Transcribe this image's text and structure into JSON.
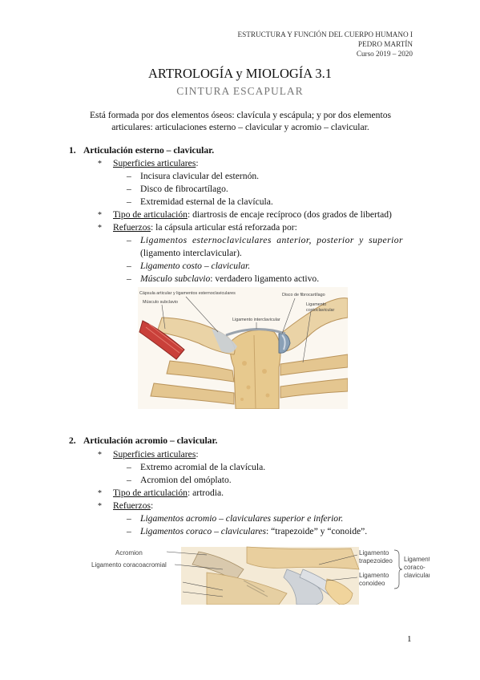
{
  "header": {
    "line1": "ESTRUCTURA Y FUNCIÓN DEL CUERPO HUMANO I",
    "line2": "PEDRO MARTÍN",
    "line3": "Curso 2019 – 2020"
  },
  "title": "ARTROLOGÍA y MIOLOGÍA 3.1",
  "subtitle": "CINTURA ESCAPULAR",
  "intro": "Está formada por dos elementos óseos: clavícula y escápula; y por dos elementos articulares: articulaciones esterno – clavicular y acromio – clavicular.",
  "s1": {
    "num": "1.",
    "title": "Articulación esterno – clavicular.",
    "bullet": "*",
    "dash": "–",
    "sup_label": "Superficies articulares",
    "colon": ":",
    "sup_items": [
      "Incisura clavicular del esternón.",
      "Disco de fibrocartílago.",
      "Extremidad esternal de la clavícula."
    ],
    "tipo_label": "Tipo de articulación",
    "tipo_text": ": diartrosis de encaje recíproco (dos grados de libertad)",
    "ref_label": "Refuerzos",
    "ref_text": ": la cápsula articular está reforzada por:",
    "lig1": "Ligamentos esternoclaviculares anterior, posterior y superior",
    "lig1b": "(ligamento interclavicular).",
    "lig2": "Ligamento costo – clavicular.",
    "lig3a": "Músculo subclavio",
    "lig3b": ": verdadero ligamento activo."
  },
  "fig1": {
    "cap1": "Cápsula articular y ligamentos esternoclaviculares",
    "cap2": "Músculo subclavio",
    "cap3": "Ligamento interclavicular",
    "cap4": "Disco de fibrocartílago",
    "cap5": "Ligamento",
    "cap6": "costoclavicular"
  },
  "s2": {
    "num": "2.",
    "title": "Articulación acromio – clavicular.",
    "bullet": "*",
    "dash": "–",
    "sup_label": "Superficies articulares",
    "colon": ":",
    "sup_items": [
      "Extremo acromial de la clavícula.",
      "Acromion del omóplato."
    ],
    "tipo_label": "Tipo de articulación",
    "tipo_text": ": artrodia.",
    "ref_label": "Refuerzos",
    "ref_text": ":",
    "lig1": "Ligamentos acromio – claviculares superior e inferior.",
    "lig2a": "Ligamentos coraco – claviculares",
    "lig2b": ": “trapezoide” y “conoide”."
  },
  "fig2": {
    "acromion": "Acromion",
    "coracoacromial": "Ligamento coracoacromial",
    "trap1": "Ligamento",
    "trap2": "trapezoideo",
    "con1": "Ligamento",
    "con2": "conoideo",
    "cc1": "Ligamento",
    "cc2": "coraco-",
    "cc3": "clavicular"
  },
  "page_number": "1"
}
